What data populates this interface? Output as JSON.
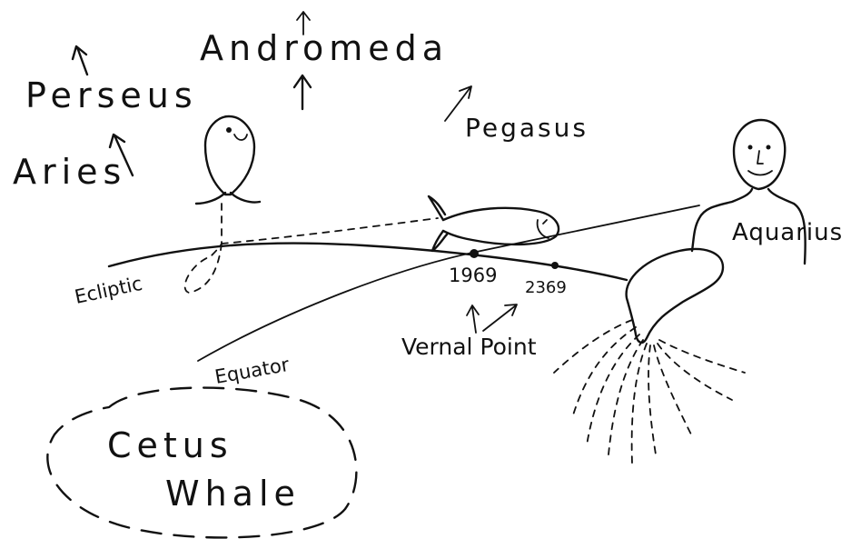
{
  "labels": {
    "andromeda": "Andromeda",
    "perseus": "Perseus",
    "aries": "Aries",
    "pegasus": "Pegasus",
    "aquarius": "Aquarius",
    "ecliptic": "Ecliptic",
    "equator": "Equator",
    "year_1969": "1969",
    "year_2369": "2369",
    "vernal_point": "Vernal Point",
    "cetus": "Cetus",
    "whale": "Whale"
  }
}
